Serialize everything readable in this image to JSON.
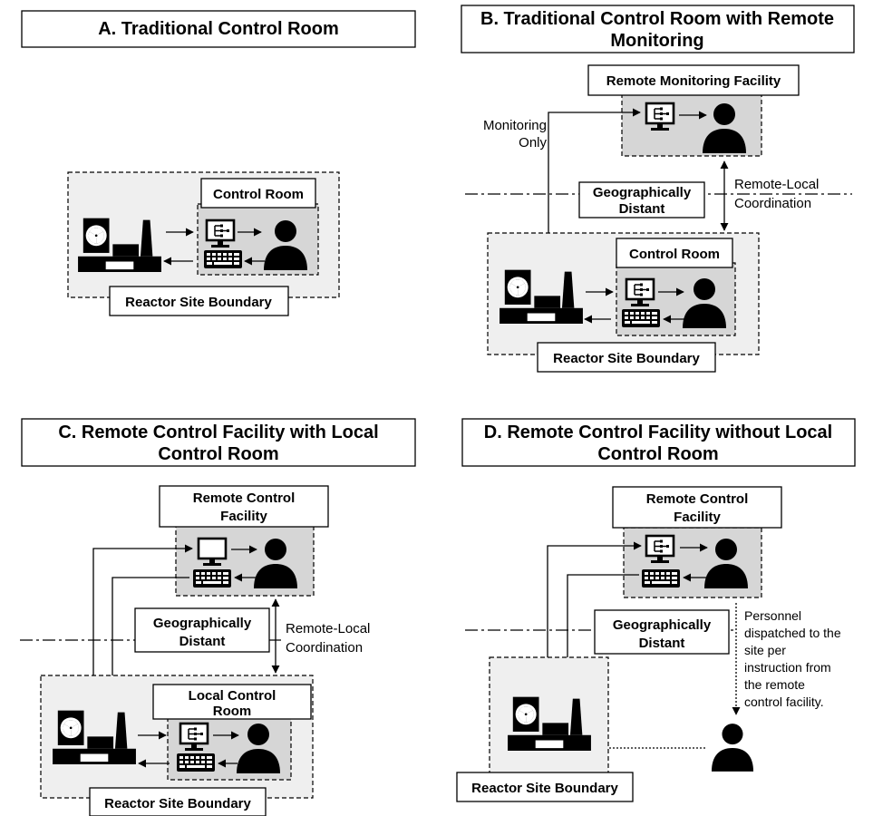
{
  "panels": {
    "a": {
      "title": "A. Traditional Control Room",
      "control_room": "Control Room",
      "boundary": "Reactor Site Boundary"
    },
    "b": {
      "title_line1": "B. Traditional Control Room with Remote",
      "title_line2": "Monitoring",
      "remote_facility": "Remote Monitoring Facility",
      "monitoring_line1": "Monitoring",
      "monitoring_line2": "Only",
      "geo_line1": "Geographically",
      "geo_line2": "Distant",
      "coord_line1": "Remote-Local",
      "coord_line2": "Coordination",
      "control_room": "Control Room",
      "boundary": "Reactor Site Boundary"
    },
    "c": {
      "title_line1": "C. Remote Control Facility with Local",
      "title_line2": "Control Room",
      "remote_line1": "Remote Control",
      "remote_line2": "Facility",
      "geo_line1": "Geographically",
      "geo_line2": "Distant",
      "coord_line1": "Remote-Local",
      "coord_line2": "Coordination",
      "local_line1": "Local Control",
      "local_line2": "Room",
      "boundary": "Reactor Site Boundary"
    },
    "d": {
      "title_line1": "D. Remote Control Facility without Local",
      "title_line2": "Control Room",
      "remote_line1": "Remote Control",
      "remote_line2": "Facility",
      "geo_line1": "Geographically",
      "geo_line2": "Distant",
      "personnel_lines": [
        "Personnel",
        "dispatched to the",
        "site per",
        "instruction from",
        "the remote",
        "control facility."
      ],
      "boundary": "Reactor Site Boundary"
    }
  },
  "icons": {
    "reactor": "reactor-plant-icon",
    "monitor": "monitor-icon",
    "keyboard": "keyboard-icon",
    "person": "person-icon"
  },
  "colors": {
    "boundary_fill": "#efefef",
    "room_fill": "#d6d6d6",
    "ink": "#000000"
  }
}
